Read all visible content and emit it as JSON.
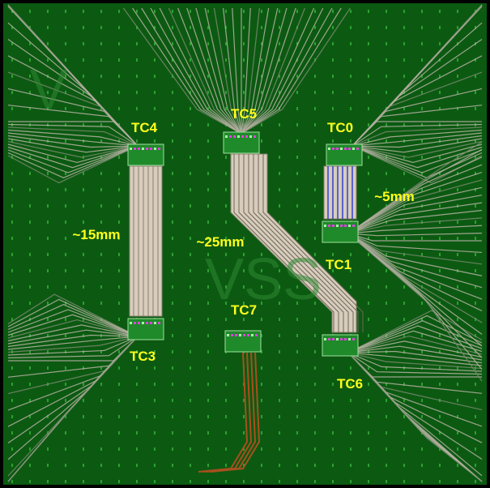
{
  "colors": {
    "board": "#0c5a12",
    "trace": "#b9b3a4",
    "bus": "#d8cdbd",
    "chip": "#1f8a2a",
    "label": "#ffff1a",
    "brown": "#a8501e",
    "blue": "#3040d0"
  },
  "watermarks": {
    "left": "V",
    "center": "VSS"
  },
  "chips": [
    {
      "id": "TC0",
      "label": "TC0"
    },
    {
      "id": "TC1",
      "label": "TC1"
    },
    {
      "id": "TC3",
      "label": "TC3"
    },
    {
      "id": "TC4",
      "label": "TC4"
    },
    {
      "id": "TC5",
      "label": "TC5"
    },
    {
      "id": "TC6",
      "label": "TC6"
    },
    {
      "id": "TC7",
      "label": "TC7"
    }
  ],
  "distances": {
    "tc0_tc1": "~5mm",
    "tc4_tc3": "~15mm",
    "tc5_tc6": "~25mm"
  }
}
